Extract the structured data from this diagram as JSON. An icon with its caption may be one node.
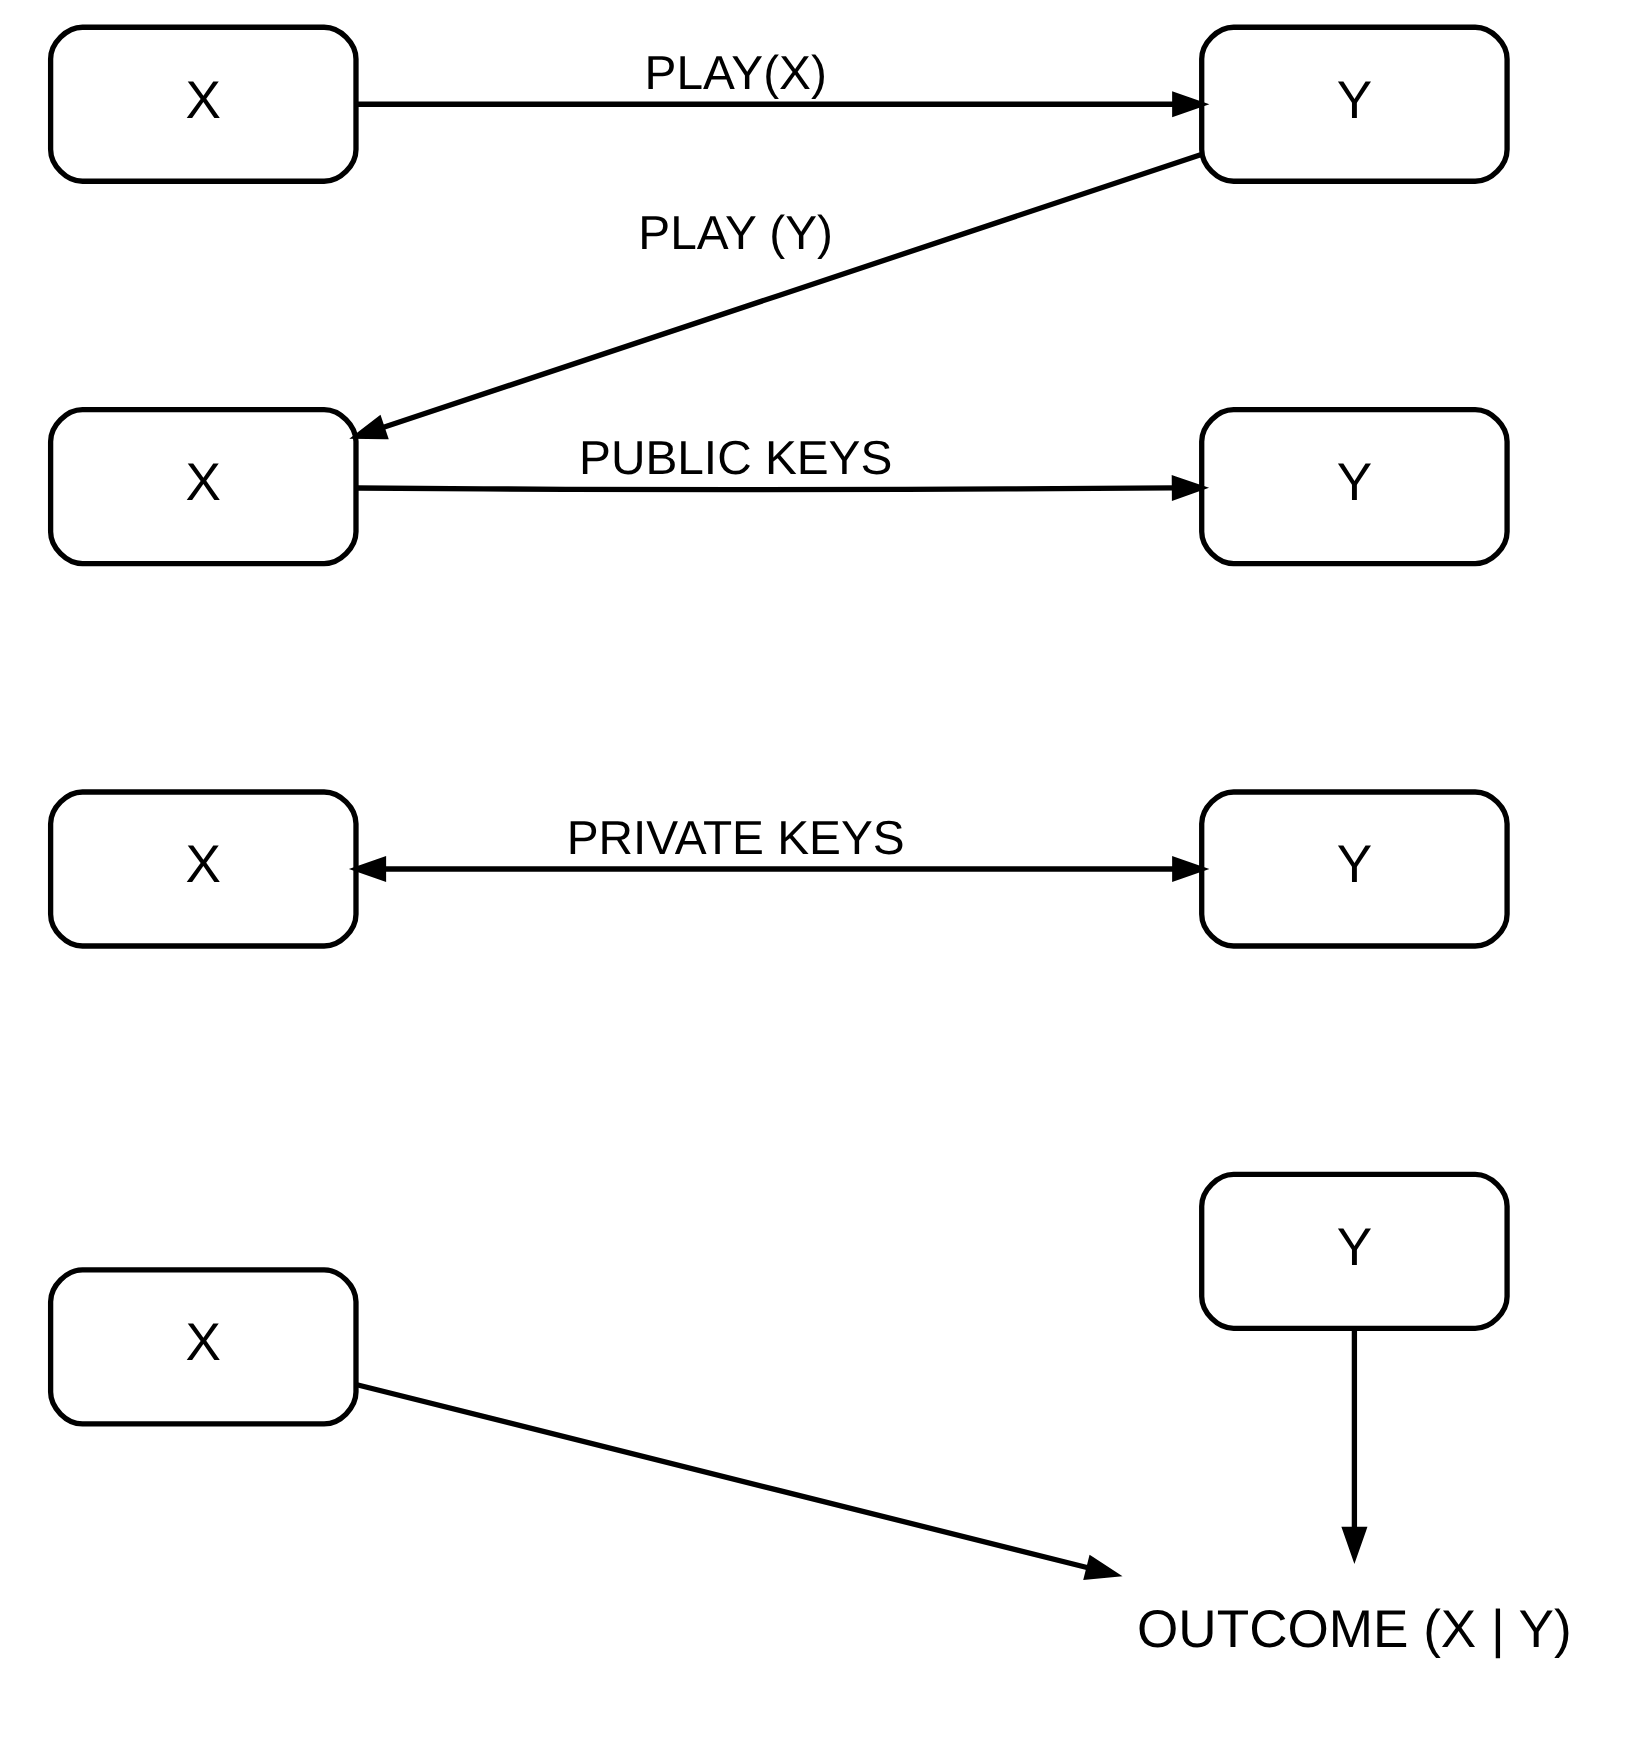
{
  "diagram": {
    "nodes": [
      {
        "text": [
          "X"
        ]
      },
      {
        "text": [
          "Y"
        ]
      },
      {
        "text": [
          "X"
        ]
      },
      {
        "text": [
          "Y"
        ]
      },
      {
        "text": [
          "X"
        ]
      },
      {
        "text": [
          "Y"
        ]
      },
      {
        "text": [
          "X"
        ]
      },
      {
        "text": [
          "Y"
        ]
      },
      {
        "text": [
          "OUTCOME (X | Y)"
        ]
      }
    ],
    "edges": [
      {
        "from": 0,
        "to": 1,
        "arrow": "to",
        "label": "PLAY(X)"
      },
      {
        "from": 1,
        "to": 2,
        "arrow": "to",
        "label": "PLAY (Y)"
      },
      {
        "from": 2,
        "to": 3,
        "arrow": "to",
        "label": "PUBLIC KEYS"
      },
      {
        "from": 4,
        "to": 5,
        "arrow": "both",
        "label": "PRIVATE KEYS"
      },
      {
        "from": 6,
        "to": 8,
        "arrow": "to"
      },
      {
        "from": 7,
        "to": 8,
        "arrow": "to"
      }
    ]
  }
}
